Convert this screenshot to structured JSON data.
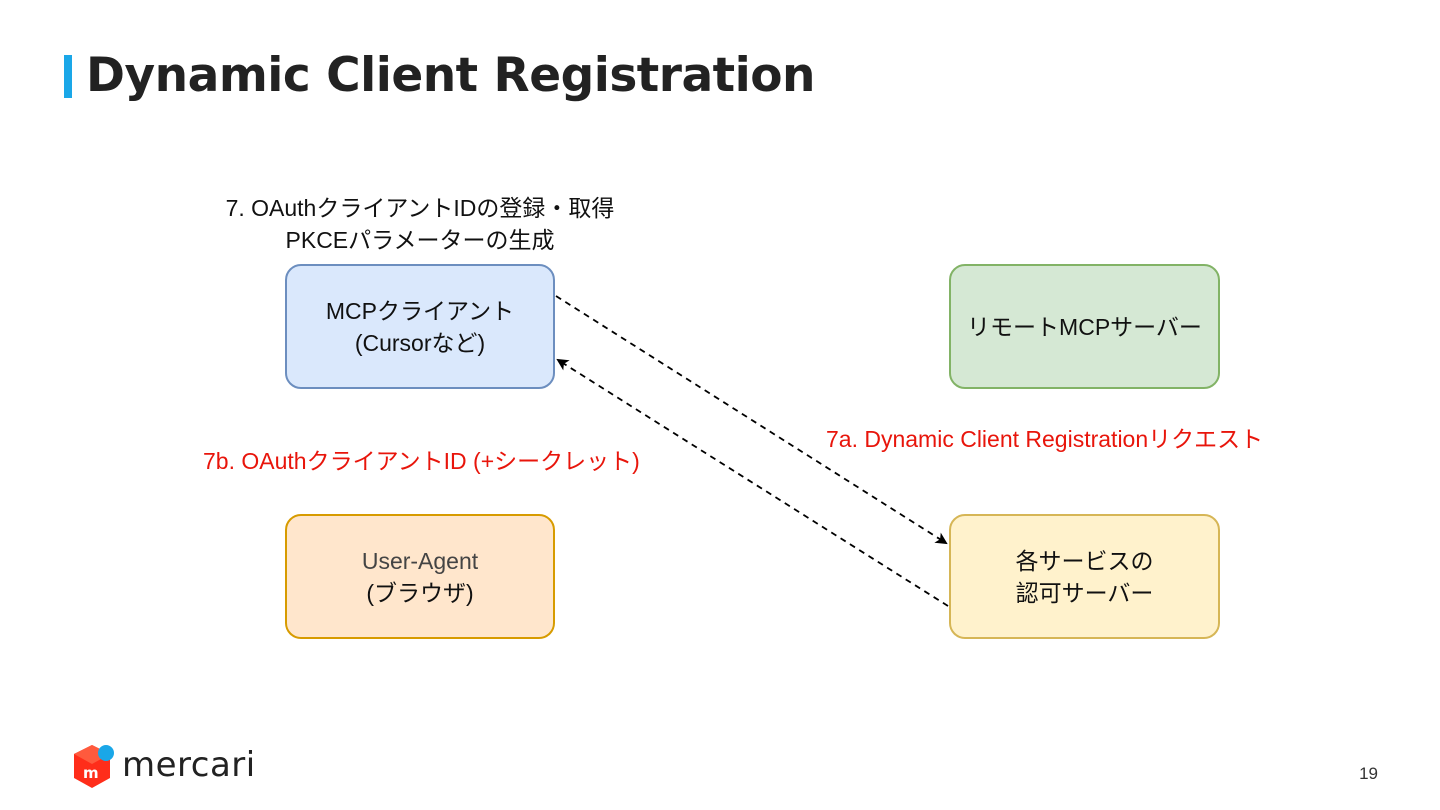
{
  "slide": {
    "title": "Dynamic Client Registration",
    "page_number": "19",
    "logo_text": "mercari",
    "accent_color": "#1aa7e8"
  },
  "diagram": {
    "step_7": {
      "line1": "7. OAuthクライアントIDの登録・取得",
      "line2": "PKCEパラメーターの生成"
    },
    "nodes": {
      "mcp_client": {
        "line1": "MCPクライアント",
        "line2": "(Cursorなど)",
        "fill": "#dae8fc",
        "stroke": "#6c8ebf"
      },
      "remote_server": {
        "line1": "リモートMCPサーバー",
        "fill": "#d5e8d4",
        "stroke": "#82b366"
      },
      "user_agent": {
        "line1": "User-Agent",
        "line2": "(ブラウザ)",
        "fill": "#ffe6cc",
        "stroke": "#d79b00"
      },
      "auth_server": {
        "line1": "各サービスの",
        "line2": "認可サーバー",
        "fill": "#fff2cc",
        "stroke": "#d6b656"
      }
    },
    "edges": {
      "step_7a": {
        "label": "7a. Dynamic Client Registrationリクエスト",
        "from": "mcp_client",
        "to": "auth_server",
        "style": "dashed",
        "color": "#e8150b"
      },
      "step_7b": {
        "label": "7b. OAuthクライアントID (+シークレット)",
        "from": "auth_server",
        "to": "mcp_client",
        "style": "dashed",
        "color": "#e8150b"
      }
    }
  }
}
